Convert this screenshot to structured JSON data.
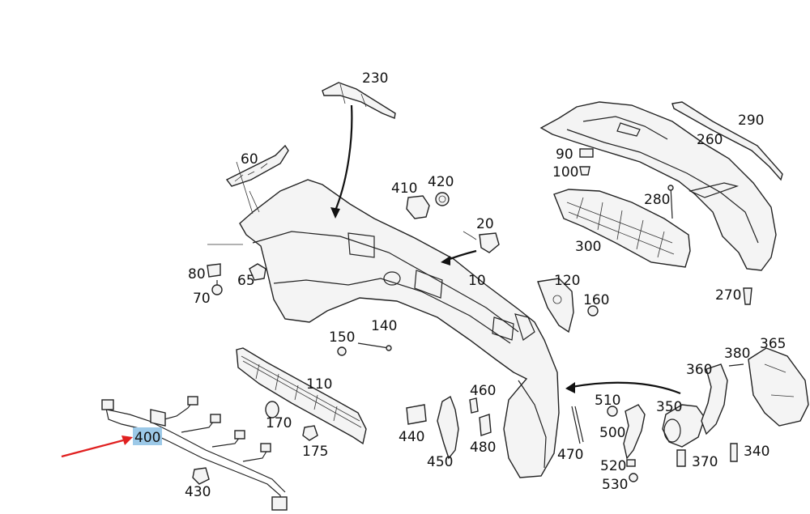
{
  "callouts": {
    "p230": "230",
    "p290": "290",
    "p260": "260",
    "p90": "90",
    "p100": "100",
    "p60": "60",
    "p410": "410",
    "p420": "420",
    "p20": "20",
    "p280": "280",
    "p300": "300",
    "p80": "80",
    "p65": "65",
    "p70": "70",
    "p10": "10",
    "p120": "120",
    "p160": "160",
    "p270": "270",
    "p150": "150",
    "p140": "140",
    "p365": "365",
    "p380": "380",
    "p360": "360",
    "p110": "110",
    "p460": "460",
    "p510": "510",
    "p350": "350",
    "p170": "170",
    "p440": "440",
    "p500": "500",
    "p400": "400",
    "p175": "175",
    "p480": "480",
    "p340": "340",
    "p450": "450",
    "p470": "470",
    "p370": "370",
    "p520": "520",
    "p430": "430",
    "p530": "530"
  },
  "highlight": {
    "part": "400",
    "color": "#9cc9e8"
  },
  "pointer": {
    "color": "#e02020"
  }
}
